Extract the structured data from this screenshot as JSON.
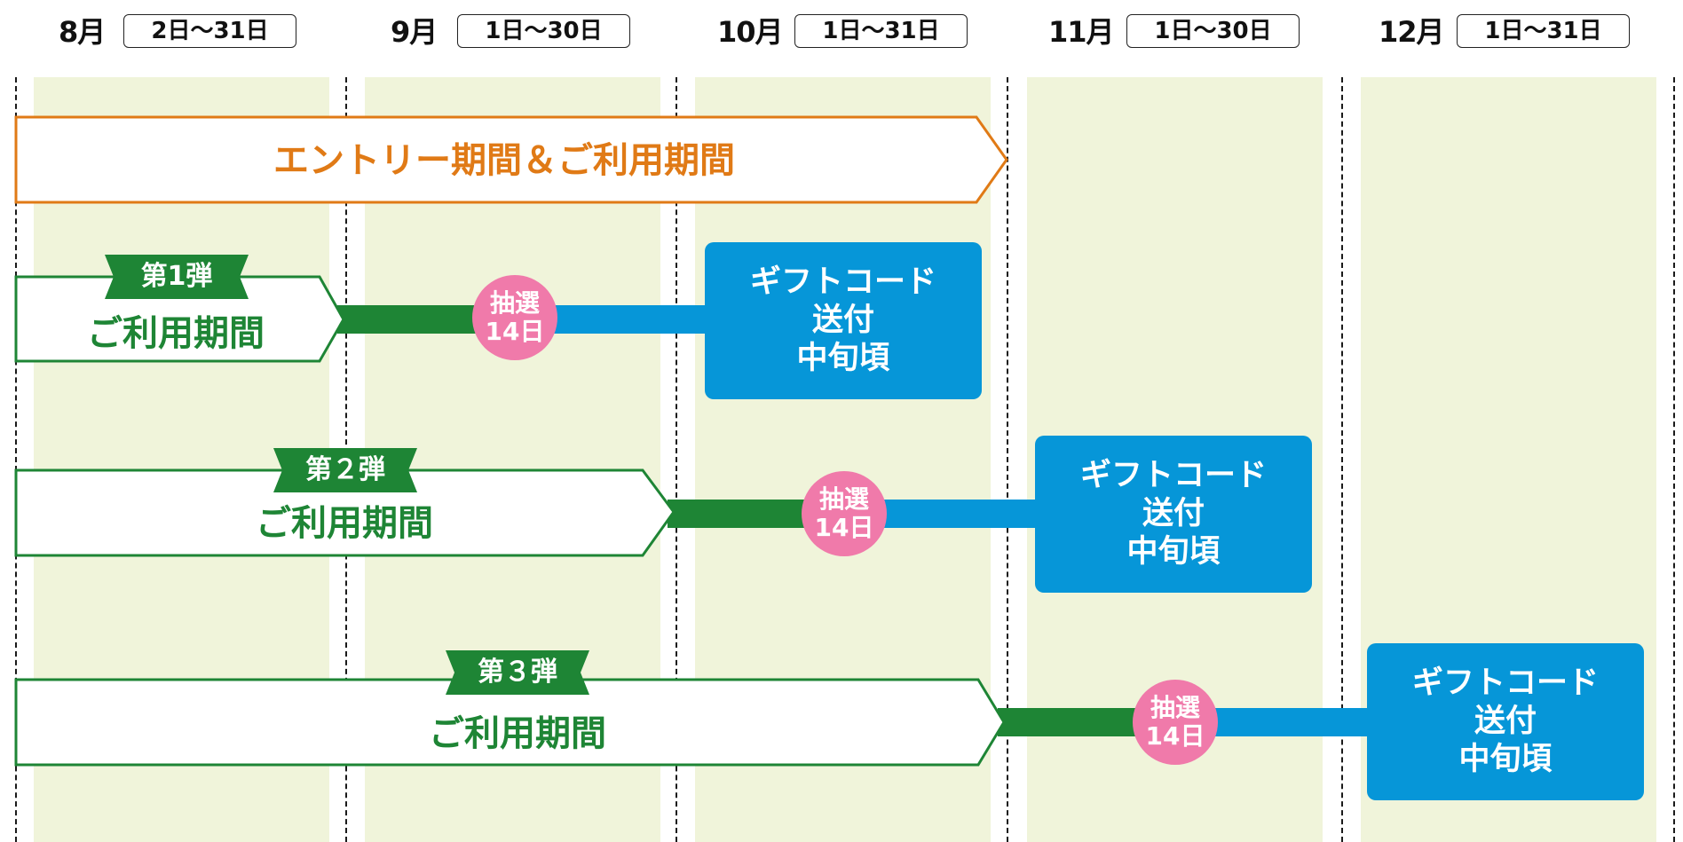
{
  "months": [
    {
      "label": "8月",
      "range": "2日～31日"
    },
    {
      "label": "9月",
      "range": "1日～30日"
    },
    {
      "label": "10月",
      "range": "1日～31日"
    },
    {
      "label": "11月",
      "range": "1日～30日"
    },
    {
      "label": "12月",
      "range": "1日～31日"
    }
  ],
  "entry_period": {
    "label": "エントリー期間＆ご利用期間",
    "color": "#e07a16"
  },
  "rounds": [
    {
      "badge": "第1弾",
      "label": "ご利用期間",
      "lottery_line1": "抽選",
      "lottery_line2": "14日",
      "gift_line1": "ギフトコード",
      "gift_line2": "送付",
      "gift_line3": "中旬頃"
    },
    {
      "badge": "第２弾",
      "label": "ご利用期間",
      "lottery_line1": "抽選",
      "lottery_line2": "14日",
      "gift_line1": "ギフトコード",
      "gift_line2": "送付",
      "gift_line3": "中旬頃"
    },
    {
      "badge": "第３弾",
      "label": "ご利用期間",
      "lottery_line1": "抽選",
      "lottery_line2": "14日",
      "gift_line1": "ギフトコード",
      "gift_line2": "送付",
      "gift_line3": "中旬頃"
    }
  ],
  "colors": {
    "column_bg": "#f0f4da",
    "period_green": "#1e8535",
    "gift_blue": "#0696d8",
    "lottery_pink": "#f07aaa",
    "entry_orange": "#e07a16"
  }
}
